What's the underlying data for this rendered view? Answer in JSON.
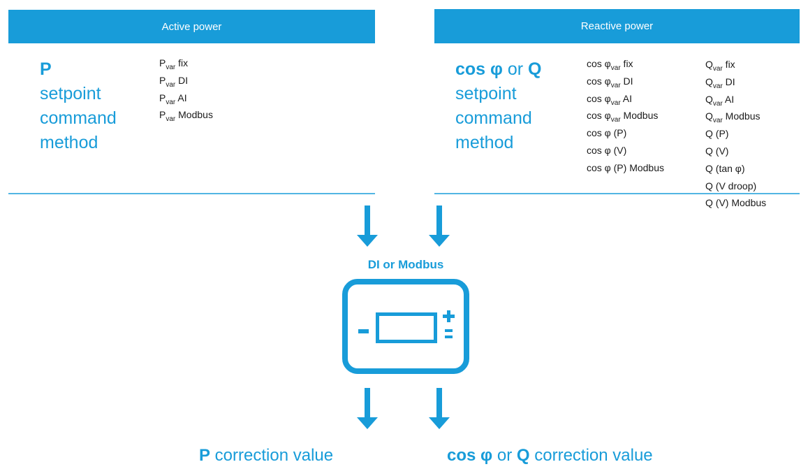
{
  "colors": {
    "accent": "#189cd9",
    "text": "#1a1a1a"
  },
  "active_power": {
    "header": "Active power",
    "title_bold": "P",
    "title_lines": [
      "setpoint",
      "command",
      "method"
    ],
    "methods": [
      {
        "base": "P",
        "sub": "var",
        "rest": " fix"
      },
      {
        "base": "P",
        "sub": "var",
        "rest": " DI"
      },
      {
        "base": "P",
        "sub": "var",
        "rest": " AI"
      },
      {
        "base": "P",
        "sub": "var",
        "rest": " Modbus"
      }
    ]
  },
  "reactive_power": {
    "header": "Reactive power",
    "title_bold1": "cos φ",
    "title_mid": " or ",
    "title_bold2": "Q",
    "title_lines": [
      "setpoint",
      "command",
      "method"
    ],
    "cos_methods": [
      {
        "base": "cos φ",
        "sub": "var",
        "rest": " fix"
      },
      {
        "base": "cos φ",
        "sub": "var",
        "rest": " DI"
      },
      {
        "base": "cos φ",
        "sub": "var",
        "rest": " AI"
      },
      {
        "base": "cos φ",
        "sub": "var",
        "rest": " Modbus"
      },
      {
        "base": "cos φ (P)",
        "sub": "",
        "rest": ""
      },
      {
        "base": "cos φ (V)",
        "sub": "",
        "rest": ""
      },
      {
        "base": "cos φ (P) Modbus",
        "sub": "",
        "rest": ""
      }
    ],
    "q_methods": [
      {
        "base": "Q",
        "sub": "var",
        "rest": " fix"
      },
      {
        "base": "Q",
        "sub": "var",
        "rest": " DI"
      },
      {
        "base": "Q",
        "sub": "var",
        "rest": " AI"
      },
      {
        "base": "Q",
        "sub": "var",
        "rest": " Modbus"
      },
      {
        "base": "Q (P)",
        "sub": "",
        "rest": ""
      },
      {
        "base": "Q (V)",
        "sub": "",
        "rest": ""
      },
      {
        "base": "Q (tan φ)",
        "sub": "",
        "rest": ""
      },
      {
        "base": "Q (V droop)",
        "sub": "",
        "rest": ""
      },
      {
        "base": "Q (V) Modbus",
        "sub": "",
        "rest": ""
      }
    ]
  },
  "device": {
    "label": "DI or Modbus"
  },
  "outputs": {
    "active": {
      "bold": "P",
      "rest": " correction value"
    },
    "reactive": {
      "bold1": "cos φ",
      "mid": " or ",
      "bold2": "Q",
      "rest": " correction value"
    }
  }
}
